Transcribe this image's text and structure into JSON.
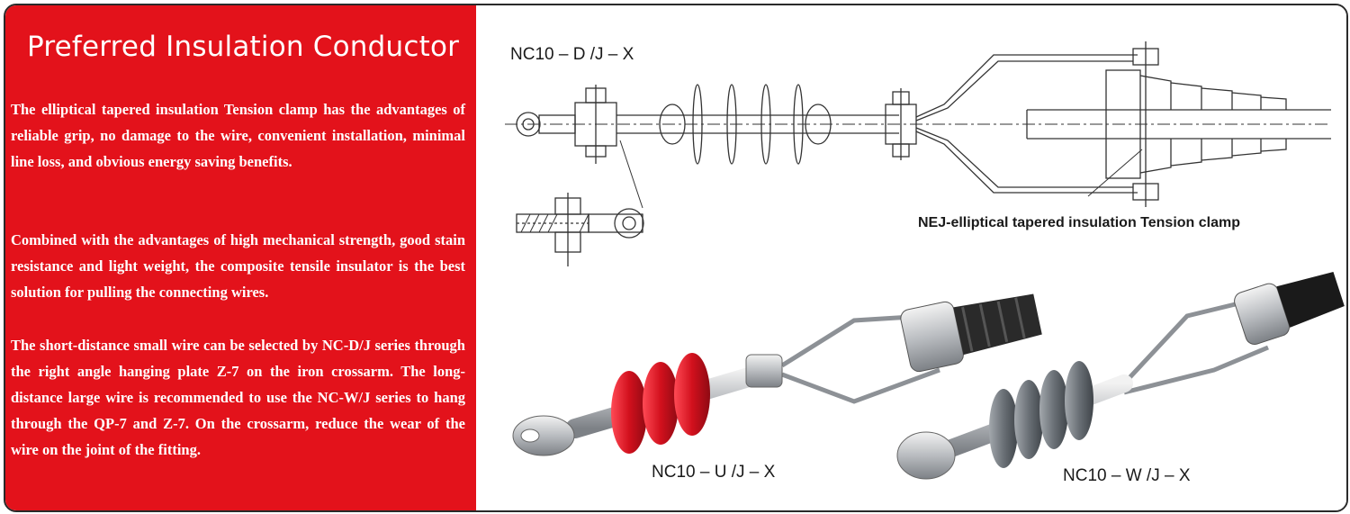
{
  "left_panel": {
    "title": "Preferred Insulation Conductor",
    "paragraph_1": "The elliptical tapered insulation Tension clamp has the advantages of reliable grip, no damage to the wire, convenient installation, minimal line loss, and obvious energy saving benefits.",
    "paragraph_2": "Combined with the advantages of high mechanical strength, good stain resistance and light weight, the composite tensile insulator is the best solution for pulling the connecting wires.",
    "paragraph_3": "The short-distance small wire can be selected by NC-D/J series through the right angle hanging plate Z-7 on the iron crossarm. The long-distance large wire is recommended to use the NC-W/J series to hang through the QP-7 and Z-7. On the crossarm, reduce the wear of the wire on the joint of the fitting."
  },
  "figure": {
    "drawing_label": "NC10 – D /J – X",
    "clamp_caption": "NEJ-elliptical tapered insulation Tension clamp",
    "photo_left_label": "NC10 – U /J – X",
    "photo_right_label": "NC10 – W /J – X"
  },
  "colors": {
    "panel_red": "#e3121b",
    "insulator_red": "#c8101f",
    "insulator_grey": "#6f757b",
    "clamp_black": "#1a1a1a"
  }
}
